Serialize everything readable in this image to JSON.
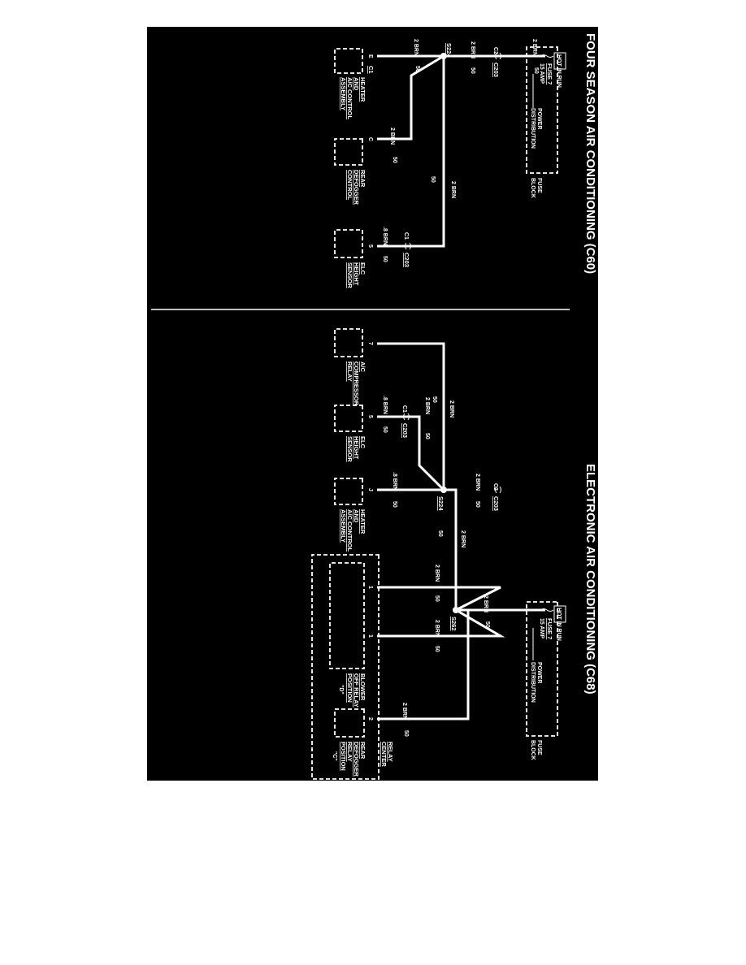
{
  "left": {
    "title": "FOUR SEASON AIR CONDITIONING (C60)",
    "hot_in_run": "HOT IN RUN",
    "fuse": "FUSE 7",
    "amp": "15 AMP",
    "power1": "POWER",
    "power2": "DISTRIBUTION",
    "fuse_block1": "FUSE",
    "fuse_block2": "BLOCK",
    "w_main_size": "2 BRN",
    "w_main_circuit": "50",
    "c2": "C2",
    "c203_top": "C203",
    "w_s224_in_size": "2 BRN",
    "w_s224_in_circuit": "50",
    "s224": "S224",
    "w_heater_size": "2 BRN",
    "w_heater_circuit": "50",
    "pin_e": "E",
    "c1_heater": "C1",
    "heater1": "HEATER",
    "heater2": "AND",
    "heater3": "A/C CONTROL",
    "heater4": "ASSEMBLY",
    "w_defog_size": "2 BRN",
    "w_defog_circuit": "50",
    "pin_c": "C",
    "defog1": "REAR",
    "defog2": "DEFOGGER",
    "defog3": "CONTROL",
    "w_elc_size": "2 BRN",
    "w_elc_circuit": "50",
    "c1_elc": "C1",
    "c203_elc": "C203",
    "w_elc2_size": ".8 BRN",
    "w_elc2_circuit": "50",
    "pin_5": "5",
    "elc1": "ELC",
    "elc2": "HEIGHT",
    "elc3": "SENSOR"
  },
  "right": {
    "title": "ELECTRONIC AIR CONDITIONING (C68)",
    "hot_in_run": "HOT IN RUN",
    "fuse": "FUSE 7",
    "amp": "15 AMP",
    "power1": "POWER",
    "power2": "DISTRIBUTION",
    "fuse_block1": "FUSE",
    "fuse_block2": "BLOCK",
    "w_main_size": "2 BRN",
    "w_main_circuit": "50",
    "s262": "S262",
    "w_s224_size": "2 BRN",
    "w_s224_circuit": "50",
    "c2": "C2",
    "c203": "C203",
    "w_s224b_size": "2 BRN",
    "w_s224b_circuit": "50",
    "s224": "S224",
    "w_comp_size": "2 BRN",
    "w_comp_circuit": "50",
    "pin_comp": "7",
    "comp1": "A/C",
    "comp2": "COMPRESSOR",
    "comp3": "RELAY",
    "w_elc_size": "2 BRN",
    "w_elc_circuit": "50",
    "c1": "C1",
    "c203_elc": "C203",
    "w_elc2_size": ".8 BRN",
    "w_elc2_circuit": "50",
    "pin_elc": "5",
    "elc1": "ELC",
    "elc2": "HEIGHT",
    "elc3": "SENSOR",
    "w_heater_size": ".8 BRN",
    "w_heater_circuit": "50",
    "pin_heater": "J",
    "heater1": "HEATER",
    "heater2": "AND",
    "heater3": "A/C CONTROL",
    "heater4": "ASSEMBLY",
    "w_blower1_size": "2 BRN",
    "w_blower1_circuit": "50",
    "w_blower2_size": "2 BRN",
    "w_blower2_circuit": "50",
    "pin_blower1": "1",
    "pin_blower2": "1",
    "blower1": "BLOWER",
    "blower2": "OFF RELAY",
    "blower3": "POSITION",
    "blower4": "\"D\"",
    "w_defog_size": "2 BRN",
    "w_defog_circuit": "50",
    "pin_defog": "2",
    "defog1": "REAR",
    "defog2": "DEFOGGER",
    "defog3": "RELAY",
    "defog4": "POSITION",
    "defog5": "\"C\"",
    "relay_center1": "RELAY",
    "relay_center2": "CENTER"
  }
}
